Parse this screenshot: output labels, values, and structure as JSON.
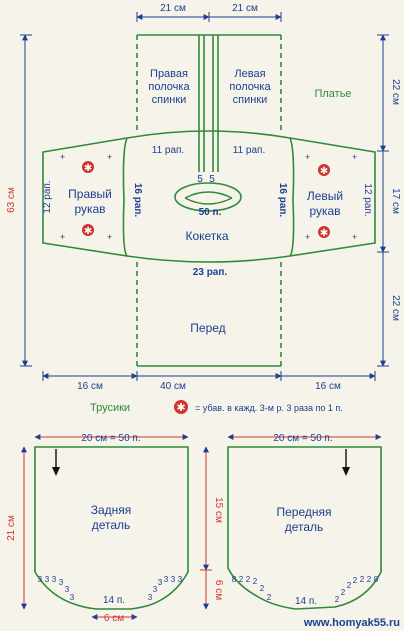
{
  "colors": {
    "outline": "#2f8a3a",
    "dim": "#1b3f8f",
    "star": "#d0342c",
    "text": "#1b3f8f",
    "paper": "#f6f3ea"
  },
  "dress": {
    "title": "Платье",
    "top_widths": [
      "21 см",
      "21 см"
    ],
    "right_back": [
      "Правая",
      "полочка",
      "спинки"
    ],
    "left_back": [
      "Левая",
      "полочка",
      "спинки"
    ],
    "yoke_top_left": "11 рап.",
    "yoke_top_right": "11 рап.",
    "yoke_side_left": "16 рап.",
    "yoke_side_right": "16 рап.",
    "yoke_bottom": "23 рап.",
    "neck_left": "5",
    "neck_right": "5",
    "neck_count": "50 п.",
    "yoke_label": "Кокетка",
    "front_label": "Перед",
    "right_sleeve": [
      "Правый",
      "рукав"
    ],
    "left_sleeve": [
      "Левый",
      "рукав"
    ],
    "sleeve_end_left": "12 рап.",
    "sleeve_end_right": "12 рап.",
    "height_total": "63 см",
    "height_top": "22 см",
    "height_middle": "17 см",
    "height_bottom": "22 см",
    "bottom_widths": [
      "16 см",
      "40 см",
      "16 см"
    ]
  },
  "legend": {
    "star_text": "= убав. в кажд. 3-м р. 3 раза по 1 п."
  },
  "panties": {
    "title": "Трусики",
    "width_label": "20 см = 50 п.",
    "height_total": "21 см",
    "height_upper": "15 см",
    "height_lower": "6 см",
    "back_label": [
      "Задняя",
      "деталь"
    ],
    "front_label": [
      "Передняя",
      "деталь"
    ],
    "crotch_count": "14 п.",
    "crotch_width": "6 см",
    "back_dec": "3",
    "front_dec_outer": "8",
    "front_dec_inner": "2"
  },
  "watermark": "www.homyak55.ru"
}
